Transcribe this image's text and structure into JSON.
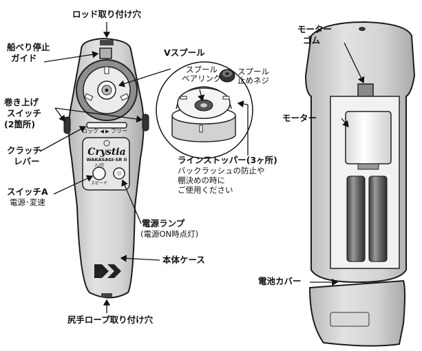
{
  "labels": {
    "rod_hole": "ロッド取り付け穴",
    "guide_line1": "船べり停止",
    "guide_line2": "ガイド",
    "v_spool": "Vスプール",
    "winder_line1": "巻き上げ",
    "winder_line2": "スイッチ",
    "winder_line3": "(2箇所)",
    "clutch_line1": "クラッチ",
    "clutch_line2": "レバー",
    "switch_a": "スイッチA",
    "switch_a_sub": "電源･変速",
    "power_lamp": "電源ランプ",
    "power_lamp_sub": "(電源ON時点灯)",
    "body_case": "本体ケース",
    "tail_hole": "尻手ロープ取り付け穴",
    "spool_bearing_line1": "スプール",
    "spool_bearing_line2": "ベアリング",
    "spool_screw_line1": "スプール",
    "spool_screw_line2": "止めネジ",
    "line_stopper": "ラインストッパー(3ヶ所)",
    "line_stopper_desc1": "バックラッシュの防止や",
    "line_stopper_desc2": "棚決めの時に",
    "line_stopper_desc3": "ご使用ください",
    "motor_rubber_line1": "モーター",
    "motor_rubber_line2": "ゴム",
    "motor": "モーター",
    "battery_cover": "電池カバー"
  },
  "device": {
    "brand": "Crystia",
    "model": "WAKASAGI-SR II",
    "clutch_lock": "ロック",
    "clutch_free": "フリー",
    "switch_tag1": "入/切",
    "switch_tag2": "スピード"
  },
  "colors": {
    "body_fill": "#d2d2d2",
    "body_stroke": "#1a1a1a",
    "spool_fill": "#ececec",
    "battery_fill": "#6e6e6e",
    "motor_fill": "#f4f4f4",
    "rubber_fill": "#8a8a8a"
  }
}
